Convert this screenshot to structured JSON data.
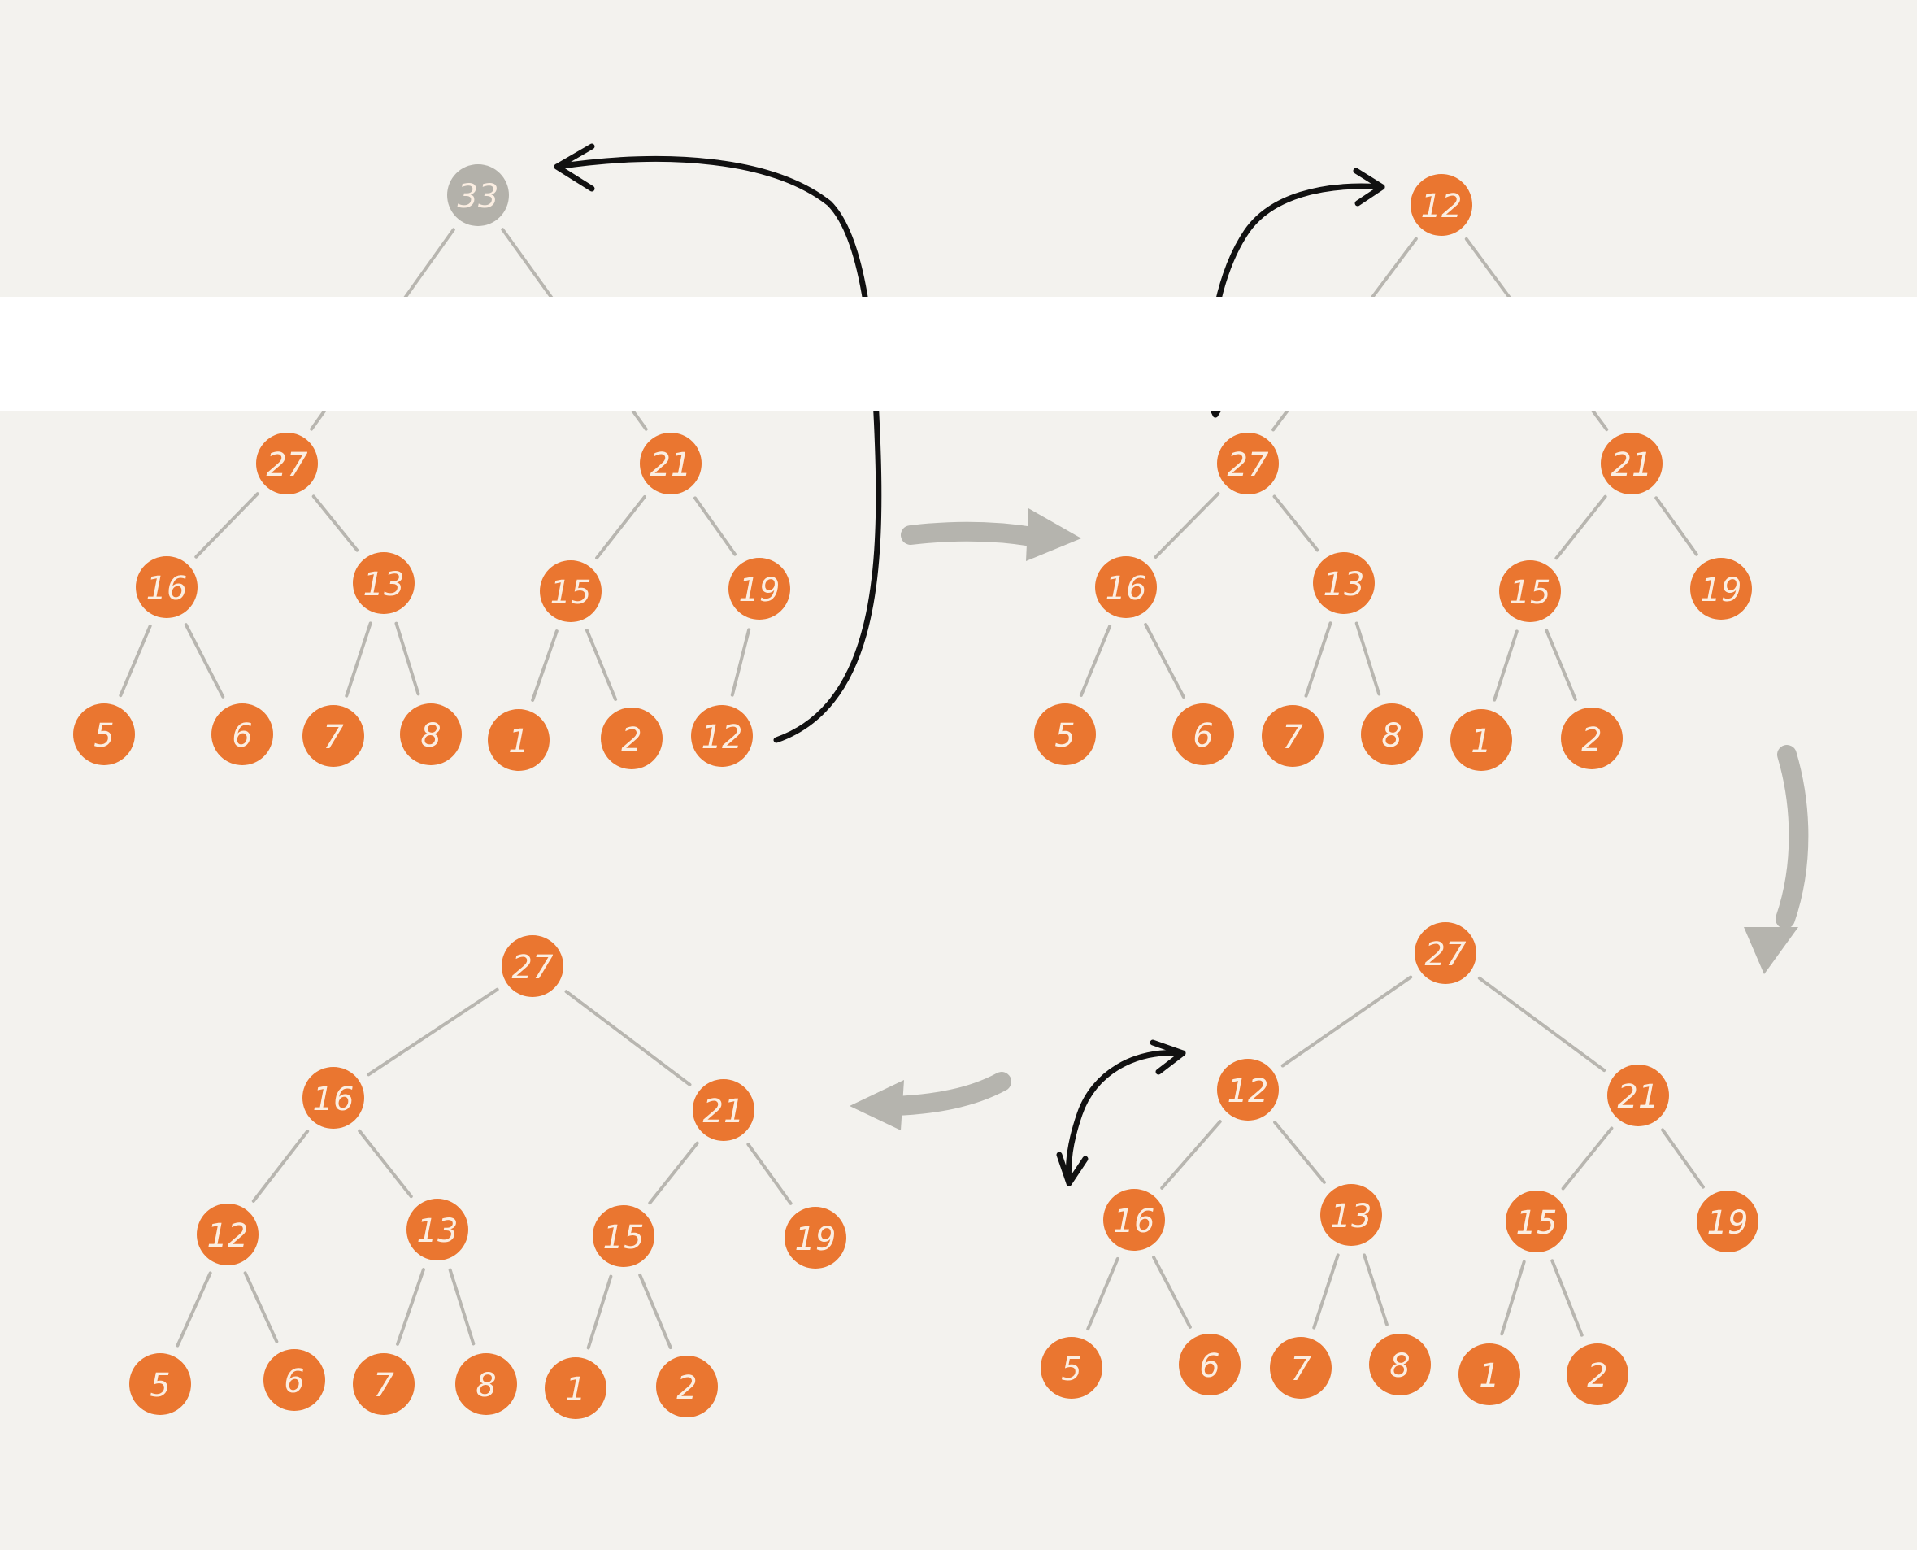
{
  "colors": {
    "background": "#f3f2ee",
    "node_fill": "#ea7630",
    "removed_node_fill": "#b3b1aa",
    "node_text": "#fbeee2",
    "edge": "#b8b6b0",
    "swap_arrow": "#111111",
    "step_arrow": "#b5b4ae"
  },
  "trees": [
    {
      "id": "tree-1",
      "nodes": [
        {
          "id": "r",
          "label": "33",
          "state": "removed"
        },
        {
          "id": "a",
          "label": "27"
        },
        {
          "id": "b",
          "label": "21"
        },
        {
          "id": "c",
          "label": "16"
        },
        {
          "id": "d",
          "label": "13"
        },
        {
          "id": "e",
          "label": "15"
        },
        {
          "id": "f",
          "label": "19"
        },
        {
          "id": "g",
          "label": "5"
        },
        {
          "id": "h",
          "label": "6"
        },
        {
          "id": "i",
          "label": "7"
        },
        {
          "id": "j",
          "label": "8"
        },
        {
          "id": "k",
          "label": "1"
        },
        {
          "id": "l",
          "label": "2"
        },
        {
          "id": "m",
          "label": "12"
        }
      ],
      "edges": [
        [
          "r",
          "a"
        ],
        [
          "r",
          "b"
        ],
        [
          "a",
          "c"
        ],
        [
          "a",
          "d"
        ],
        [
          "b",
          "e"
        ],
        [
          "b",
          "f"
        ],
        [
          "c",
          "g"
        ],
        [
          "c",
          "h"
        ],
        [
          "d",
          "i"
        ],
        [
          "d",
          "j"
        ],
        [
          "e",
          "k"
        ],
        [
          "e",
          "l"
        ],
        [
          "f",
          "m"
        ]
      ]
    },
    {
      "id": "tree-2",
      "nodes": [
        {
          "id": "r",
          "label": "12"
        },
        {
          "id": "a",
          "label": "27"
        },
        {
          "id": "b",
          "label": "21"
        },
        {
          "id": "c",
          "label": "16"
        },
        {
          "id": "d",
          "label": "13"
        },
        {
          "id": "e",
          "label": "15"
        },
        {
          "id": "f",
          "label": "19"
        },
        {
          "id": "g",
          "label": "5"
        },
        {
          "id": "h",
          "label": "6"
        },
        {
          "id": "i",
          "label": "7"
        },
        {
          "id": "j",
          "label": "8"
        },
        {
          "id": "k",
          "label": "1"
        },
        {
          "id": "l",
          "label": "2"
        }
      ],
      "edges": [
        [
          "r",
          "a"
        ],
        [
          "r",
          "b"
        ],
        [
          "a",
          "c"
        ],
        [
          "a",
          "d"
        ],
        [
          "b",
          "e"
        ],
        [
          "b",
          "f"
        ],
        [
          "c",
          "g"
        ],
        [
          "c",
          "h"
        ],
        [
          "d",
          "i"
        ],
        [
          "d",
          "j"
        ],
        [
          "e",
          "k"
        ],
        [
          "e",
          "l"
        ]
      ]
    },
    {
      "id": "tree-3",
      "nodes": [
        {
          "id": "r",
          "label": "27"
        },
        {
          "id": "a",
          "label": "12"
        },
        {
          "id": "b",
          "label": "21"
        },
        {
          "id": "c",
          "label": "16"
        },
        {
          "id": "d",
          "label": "13"
        },
        {
          "id": "e",
          "label": "15"
        },
        {
          "id": "f",
          "label": "19"
        },
        {
          "id": "g",
          "label": "5"
        },
        {
          "id": "h",
          "label": "6"
        },
        {
          "id": "i",
          "label": "7"
        },
        {
          "id": "j",
          "label": "8"
        },
        {
          "id": "k",
          "label": "1"
        },
        {
          "id": "l",
          "label": "2"
        }
      ],
      "edges": [
        [
          "r",
          "a"
        ],
        [
          "r",
          "b"
        ],
        [
          "a",
          "c"
        ],
        [
          "a",
          "d"
        ],
        [
          "b",
          "e"
        ],
        [
          "b",
          "f"
        ],
        [
          "c",
          "g"
        ],
        [
          "c",
          "h"
        ],
        [
          "d",
          "i"
        ],
        [
          "d",
          "j"
        ],
        [
          "e",
          "k"
        ],
        [
          "e",
          "l"
        ]
      ]
    },
    {
      "id": "tree-4",
      "nodes": [
        {
          "id": "r",
          "label": "27"
        },
        {
          "id": "a",
          "label": "16"
        },
        {
          "id": "b",
          "label": "21"
        },
        {
          "id": "c",
          "label": "12"
        },
        {
          "id": "d",
          "label": "13"
        },
        {
          "id": "e",
          "label": "15"
        },
        {
          "id": "f",
          "label": "19"
        },
        {
          "id": "g",
          "label": "5"
        },
        {
          "id": "h",
          "label": "6"
        },
        {
          "id": "i",
          "label": "7"
        },
        {
          "id": "j",
          "label": "8"
        },
        {
          "id": "k",
          "label": "1"
        },
        {
          "id": "l",
          "label": "2"
        }
      ],
      "edges": [
        [
          "r",
          "a"
        ],
        [
          "r",
          "b"
        ],
        [
          "a",
          "c"
        ],
        [
          "a",
          "d"
        ],
        [
          "b",
          "e"
        ],
        [
          "b",
          "f"
        ],
        [
          "c",
          "g"
        ],
        [
          "c",
          "h"
        ],
        [
          "d",
          "i"
        ],
        [
          "d",
          "j"
        ],
        [
          "e",
          "k"
        ],
        [
          "e",
          "l"
        ]
      ]
    }
  ],
  "swap_arrows": [
    {
      "id": "move-last-to-root",
      "from_tree": "tree-1",
      "from": "12",
      "to": "33"
    },
    {
      "id": "swap-12-27",
      "from_tree": "tree-2",
      "from": "12",
      "to": "27"
    },
    {
      "id": "swap-12-16",
      "from_tree": "tree-3",
      "from": "12",
      "to": "16"
    }
  ],
  "step_arrows": [
    {
      "id": "step-1-to-2",
      "direction": "right"
    },
    {
      "id": "step-2-to-3",
      "direction": "down"
    },
    {
      "id": "step-3-to-4",
      "direction": "left"
    }
  ]
}
